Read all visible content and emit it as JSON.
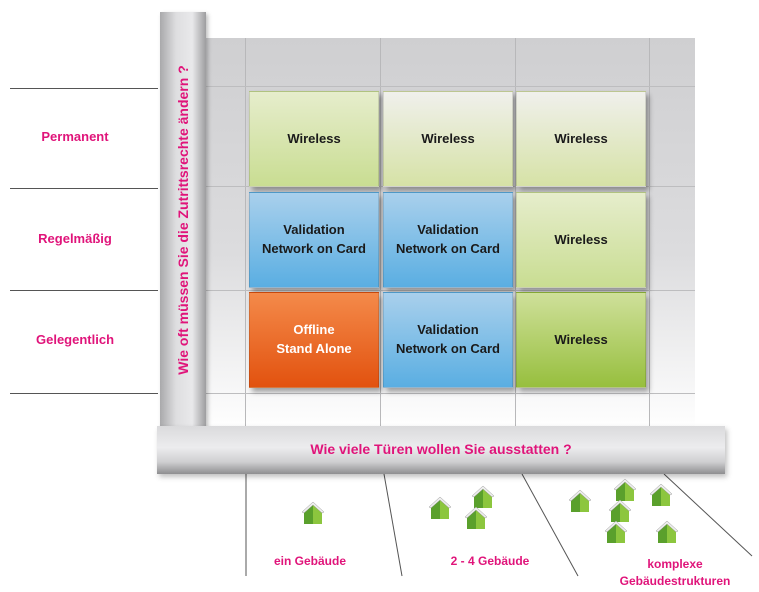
{
  "rows": [
    {
      "label": "Permanent"
    },
    {
      "label": "Regelmäßig"
    },
    {
      "label": "Gelegentlich"
    }
  ],
  "y_axis_title": "Wie oft müssen Sie die Zutrittsrechte ändern ?",
  "x_axis_title": "Wie viele Türen wollen Sie ausstatten ?",
  "columns": [
    {
      "label": "ein Gebäude"
    },
    {
      "label": "2 - 4 Gebäude"
    },
    {
      "label": "komplexe\nGebäudestrukturen"
    }
  ],
  "cells": [
    [
      "Wireless",
      "Wireless",
      "Wireless"
    ],
    [
      "Validation\nNetwork on Card",
      "Validation\nNetwork on Card",
      "Wireless"
    ],
    [
      "Offline\nStand Alone",
      "Validation\nNetwork on Card",
      "Wireless"
    ]
  ],
  "colors": {
    "label_magenta": "#e0147a",
    "wireless_green": "#c9dd92",
    "validation_blue": "#5aaee2",
    "offline_orange": "#e2520f"
  },
  "icons": [
    "house-icon"
  ]
}
